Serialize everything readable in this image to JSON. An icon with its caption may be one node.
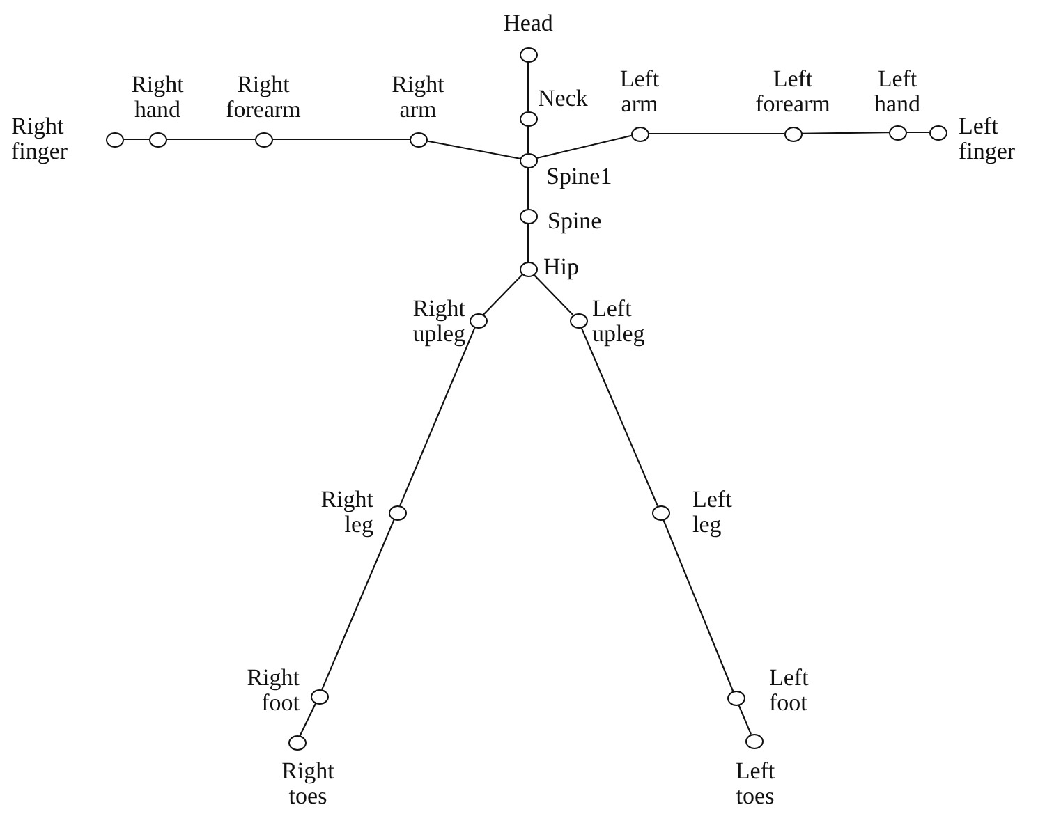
{
  "diagram": {
    "nodes": [
      {
        "text": [],
        "shape": "circle",
        "beside": [
          "Head"
        ]
      },
      {
        "text": [],
        "shape": "circle",
        "beside": [
          "Neck"
        ]
      },
      {
        "text": [],
        "shape": "circle",
        "beside": [
          "Right arm"
        ]
      },
      {
        "text": [],
        "shape": "circle",
        "beside": [
          "Right forearm"
        ]
      },
      {
        "text": [],
        "shape": "circle",
        "beside": [
          "Right hand"
        ]
      },
      {
        "text": [],
        "shape": "circle",
        "beside": [
          "Right finger"
        ]
      },
      {
        "text": [],
        "shape": "circle",
        "beside": [
          "Left arm"
        ]
      },
      {
        "text": [],
        "shape": "circle",
        "beside": [
          "Left forearm"
        ]
      },
      {
        "text": [],
        "shape": "circle",
        "beside": [
          "Left hand"
        ]
      },
      {
        "text": [],
        "shape": "circle",
        "beside": [
          "Left finger"
        ]
      },
      {
        "text": [],
        "shape": "circle",
        "beside": [
          "Spine1"
        ]
      },
      {
        "text": [],
        "shape": "circle",
        "beside": [
          "Spine"
        ]
      },
      {
        "text": [],
        "shape": "circle",
        "beside": [
          "Hip"
        ]
      },
      {
        "text": [],
        "shape": "circle",
        "beside": [
          "Right upleg"
        ]
      },
      {
        "text": [],
        "shape": "circle",
        "beside": [
          "Left upleg"
        ]
      },
      {
        "text": [],
        "shape": "circle",
        "beside": [
          "Right leg"
        ]
      },
      {
        "text": [],
        "shape": "circle",
        "beside": [
          "Left leg"
        ]
      },
      {
        "text": [],
        "shape": "circle",
        "beside": [
          "Right foot"
        ]
      },
      {
        "text": [],
        "shape": "circle",
        "beside": [
          "Left foot"
        ]
      },
      {
        "text": [],
        "shape": "circle",
        "beside": [
          "Right toes"
        ]
      },
      {
        "text": [],
        "shape": "circle",
        "beside": [
          "Left toes"
        ]
      }
    ],
    "edges": [
      {
        "from": 0,
        "to": 1,
        "arrow": "none"
      },
      {
        "from": 1,
        "to": 10,
        "arrow": "none"
      },
      {
        "from": 10,
        "to": 11,
        "arrow": "none"
      },
      {
        "from": 11,
        "to": 12,
        "arrow": "none"
      },
      {
        "from": 10,
        "to": 2,
        "arrow": "none"
      },
      {
        "from": 2,
        "to": 3,
        "arrow": "none"
      },
      {
        "from": 3,
        "to": 4,
        "arrow": "none"
      },
      {
        "from": 4,
        "to": 5,
        "arrow": "none"
      },
      {
        "from": 10,
        "to": 6,
        "arrow": "none"
      },
      {
        "from": 6,
        "to": 7,
        "arrow": "none"
      },
      {
        "from": 7,
        "to": 8,
        "arrow": "none"
      },
      {
        "from": 8,
        "to": 9,
        "arrow": "none"
      },
      {
        "from": 12,
        "to": 13,
        "arrow": "none"
      },
      {
        "from": 13,
        "to": 15,
        "arrow": "none"
      },
      {
        "from": 15,
        "to": 17,
        "arrow": "none"
      },
      {
        "from": 17,
        "to": 19,
        "arrow": "none"
      },
      {
        "from": 12,
        "to": 14,
        "arrow": "none"
      },
      {
        "from": 14,
        "to": 16,
        "arrow": "none"
      },
      {
        "from": 16,
        "to": 18,
        "arrow": "none"
      },
      {
        "from": 18,
        "to": 20,
        "arrow": "none"
      }
    ]
  }
}
